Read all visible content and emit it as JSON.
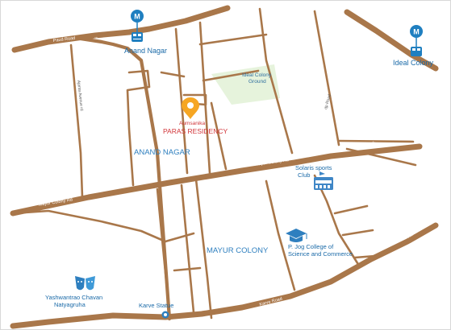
{
  "roads": {
    "paud_road": "Paud Road",
    "mayur_colony_rd_left": "Mayur Colony Rd",
    "mayur_colony_rd_right": "Mayur Colony Rd",
    "karve_road": "Karve Road",
    "karve_road_east": "Karve Road",
    "ajanta_avenue": "Ajanta Avenue rd",
    "dp_road": "dp Road",
    "shyam_chowk": "Shyam Chowk"
  },
  "areas": {
    "anand_nagar": "ANAND NAGAR",
    "mayur_colony": "MAYUR COLONY"
  },
  "metro": {
    "anand_nagar_label": "Anand Nagar",
    "ideal_colony_label": "Ideal Colony",
    "icon_letter": "M"
  },
  "project": {
    "developer": "Aumsanika",
    "name": "PARAS RESIDENCY"
  },
  "ground": {
    "line1": "Ideal Colony",
    "line2": "Ground"
  },
  "places": {
    "solaris_line1": "Solaris sports",
    "solaris_line2": "Club",
    "college_line1": "P. Jog College of",
    "college_line2": "Science and Commerce",
    "natyagruha_line1": "Yashwantrao Chavan",
    "natyagruha_line2": "Natyagruha",
    "karve_statue": "Karve Statue"
  },
  "colors": {
    "road": "#a9774a",
    "metro_blue": "#1f7fc0",
    "pin_yellow": "#f6a623",
    "project_red": "#d1363a",
    "ground_green": "#e6f3dc"
  }
}
